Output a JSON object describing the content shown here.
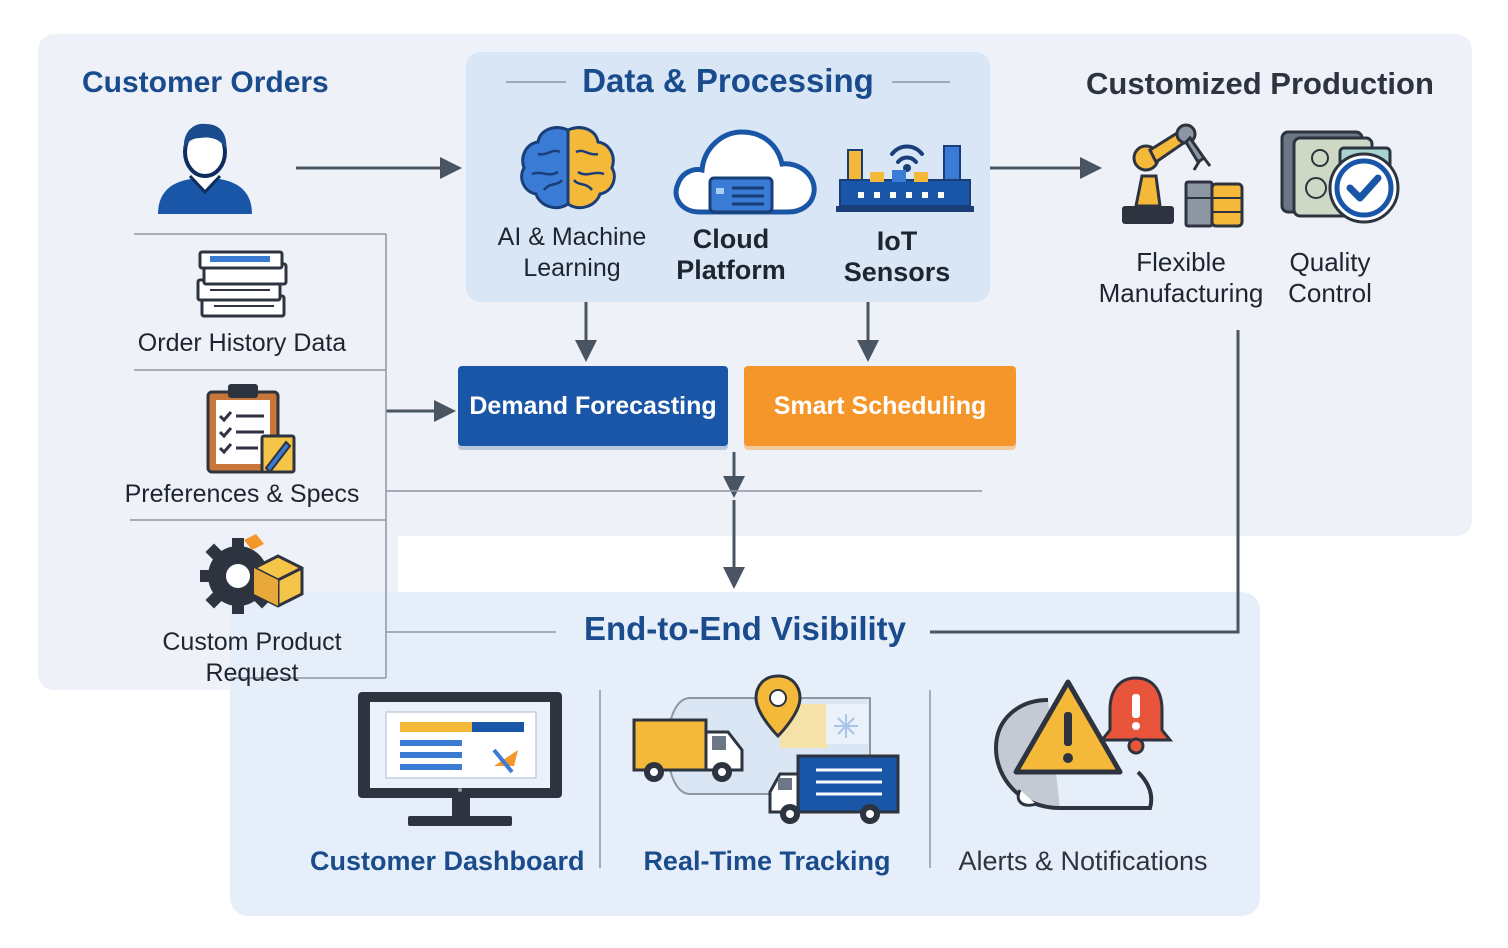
{
  "customer_orders": {
    "title": "Customer Orders",
    "items": [
      {
        "label": "Order History Data"
      },
      {
        "label": "Preferences & Specs"
      },
      {
        "label": "Custom Product Request"
      }
    ]
  },
  "data_processing": {
    "title": "Data & Processing",
    "items": [
      {
        "label_line1": "AI & Machine",
        "label_line2": "Learning"
      },
      {
        "label_line1": "Cloud",
        "label_line2": "Platform"
      },
      {
        "label_line1": "IoT",
        "label_line2": "Sensors"
      }
    ]
  },
  "customized_production": {
    "title": "Customized Production",
    "items": [
      {
        "label_line1": "Flexible",
        "label_line2": "Manufacturing"
      },
      {
        "label_line1": "Quality",
        "label_line2": "Control"
      }
    ]
  },
  "process_boxes": {
    "demand": "Demand Forecasting",
    "scheduling": "Smart Scheduling"
  },
  "visibility": {
    "title": "End-to-End Visibility",
    "items": [
      {
        "label": "Customer Dashboard"
      },
      {
        "label": "Real-Time Tracking"
      },
      {
        "label": "Alerts & Notifications"
      }
    ]
  },
  "colors": {
    "primary_blue": "#1a56a8",
    "accent_orange": "#f5962a",
    "title_blue": "#1a4b8c",
    "connector_gray": "#4a5563"
  }
}
